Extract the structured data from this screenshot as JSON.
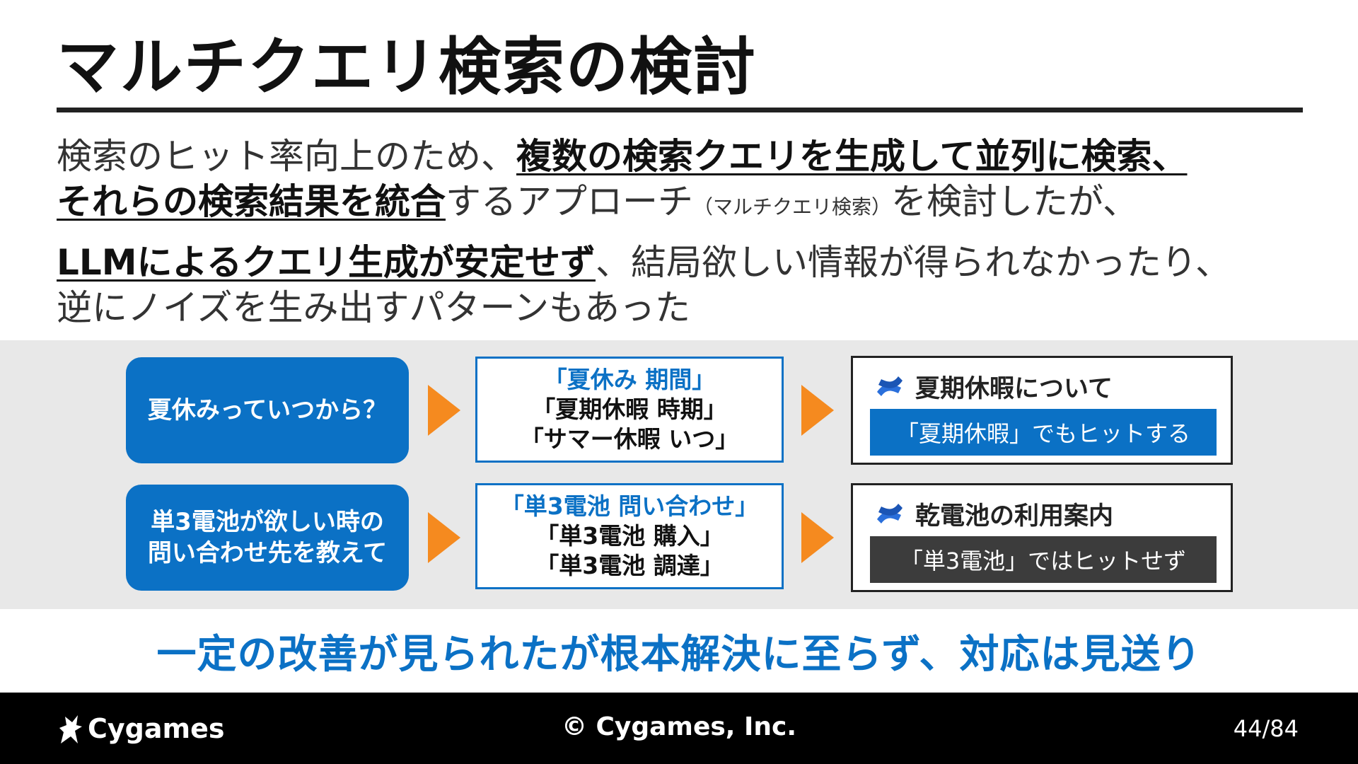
{
  "slide": {
    "title": "マルチクエリ検索の検討",
    "body": {
      "line1_plain": "検索のヒット率向上のため、",
      "line1_bold": "複数の検索クエリを生成して並列に検索、",
      "line2_bold": "それらの検索結果を統合",
      "line2_plain": "するアプローチ",
      "line2_small": "（マルチクエリ検索）",
      "line2_tail": "を検討したが、",
      "line3_bold": "LLMによるクエリ生成が安定せず",
      "line3_plain": "、結局欲しい情報が得られなかったり、",
      "line4_plain": "逆にノイズを生み出すパターンもあった"
    },
    "examples": [
      {
        "question": "夏休みっていつから？",
        "queries": [
          "「夏休み 期間」",
          "「夏期休暇 時期」",
          "「サマー休暇 いつ」"
        ],
        "result_title": "夏期休暇について",
        "result_note": "「夏期休暇」でもヒットする",
        "result_status": "hit"
      },
      {
        "question_line1": "単3電池が欲しい時の",
        "question_line2": "問い合わせ先を教えて",
        "queries": [
          "「単3電池 問い合わせ」",
          "「単3電池 購入」",
          "「単3電池 調達」"
        ],
        "result_title": "乾電池の利用案内",
        "result_note": "「単3電池」ではヒットせず",
        "result_status": "miss"
      }
    ],
    "conclusion": "一定の改善が見られたが根本解決に至らず、対応は見送り"
  },
  "footer": {
    "logo_text": "Cygames",
    "copyright": "© Cygames, Inc.",
    "page": "44",
    "total": "84"
  },
  "colors": {
    "accent_blue": "#0b71c5",
    "arrow_orange": "#f58a1f",
    "band_gray": "#e8e8e8",
    "miss_bar": "#3c3c3c"
  },
  "icons": {
    "result_icon": "confluence-icon",
    "arrow": "triangle-right-icon",
    "logo": "cygames-logo-icon"
  }
}
